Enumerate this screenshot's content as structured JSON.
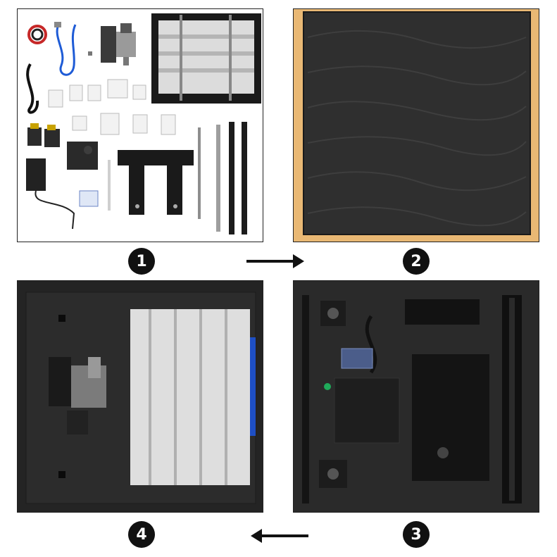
{
  "steps": [
    {
      "number": "1"
    },
    {
      "number": "2"
    },
    {
      "number": "3"
    },
    {
      "number": "4"
    }
  ],
  "icons": [
    "arrow-right-icon",
    "arrow-left-icon"
  ]
}
